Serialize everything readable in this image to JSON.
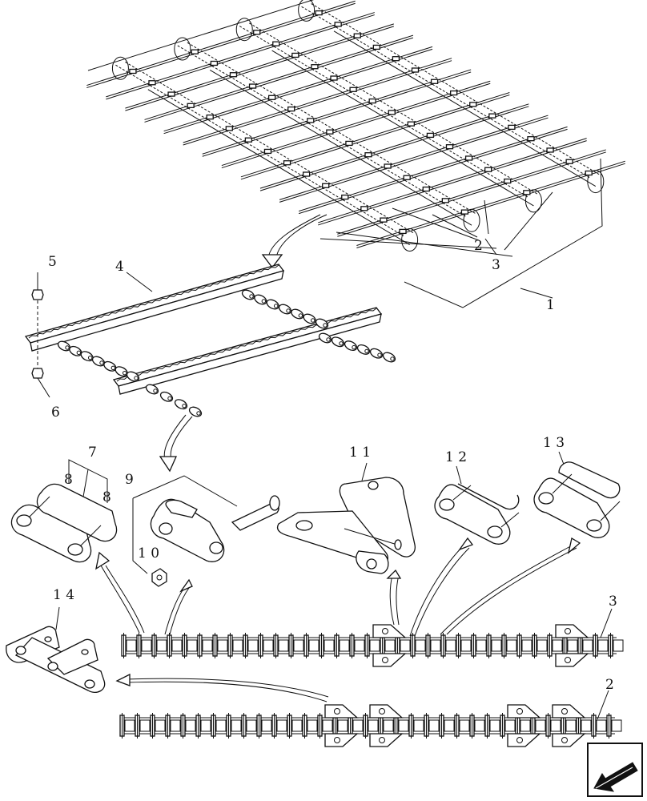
{
  "callouts": [
    {
      "id": "c1",
      "text": "1"
    },
    {
      "id": "c2",
      "text": "2"
    },
    {
      "id": "c3",
      "text": "3"
    },
    {
      "id": "c4",
      "text": "4"
    },
    {
      "id": "c5",
      "text": "5"
    },
    {
      "id": "c6",
      "text": "6"
    },
    {
      "id": "c7",
      "text": "7"
    },
    {
      "id": "c8a",
      "text": "8"
    },
    {
      "id": "c8b",
      "text": "8"
    },
    {
      "id": "c9",
      "text": "9"
    },
    {
      "id": "c10",
      "text": "1 0"
    },
    {
      "id": "c11",
      "text": "1 1"
    },
    {
      "id": "c12",
      "text": "1 2"
    },
    {
      "id": "c13",
      "text": "1 3"
    },
    {
      "id": "c14",
      "text": "1 4"
    },
    {
      "id": "c3b",
      "text": "3"
    },
    {
      "id": "c2b",
      "text": "2"
    }
  ],
  "nav": {
    "icon": "previous-page-arrow-icon"
  }
}
